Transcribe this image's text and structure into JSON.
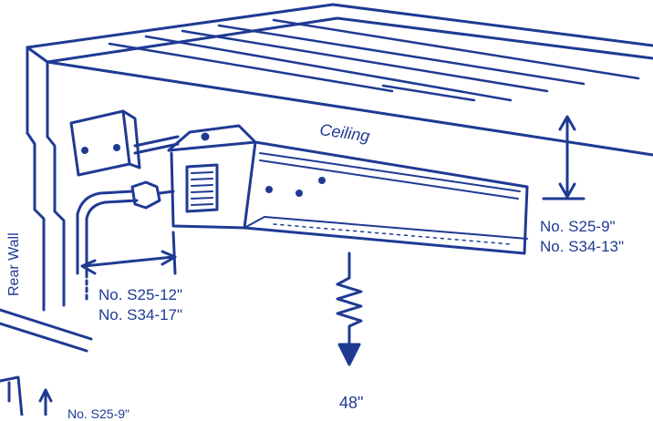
{
  "colors": {
    "ink": "#1f3a93",
    "paper": "#ffffff"
  },
  "labels": {
    "ceiling": "Ceiling",
    "rear_wall": "Rear Wall",
    "right_clearance_1": "No. S25-9\"",
    "right_clearance_2": "No. S34-13\"",
    "left_clearance_1": "No. S25-12\"",
    "left_clearance_2": "No. S34-17\"",
    "drop_distance": "48\"",
    "bottom_partial": "No. S25-9\""
  },
  "icons": {
    "heater": "heater-unit-icon",
    "junction_box": "junction-box-icon",
    "plug": "power-plug-icon",
    "heat_arrow": "heat-wave-arrow-icon"
  }
}
